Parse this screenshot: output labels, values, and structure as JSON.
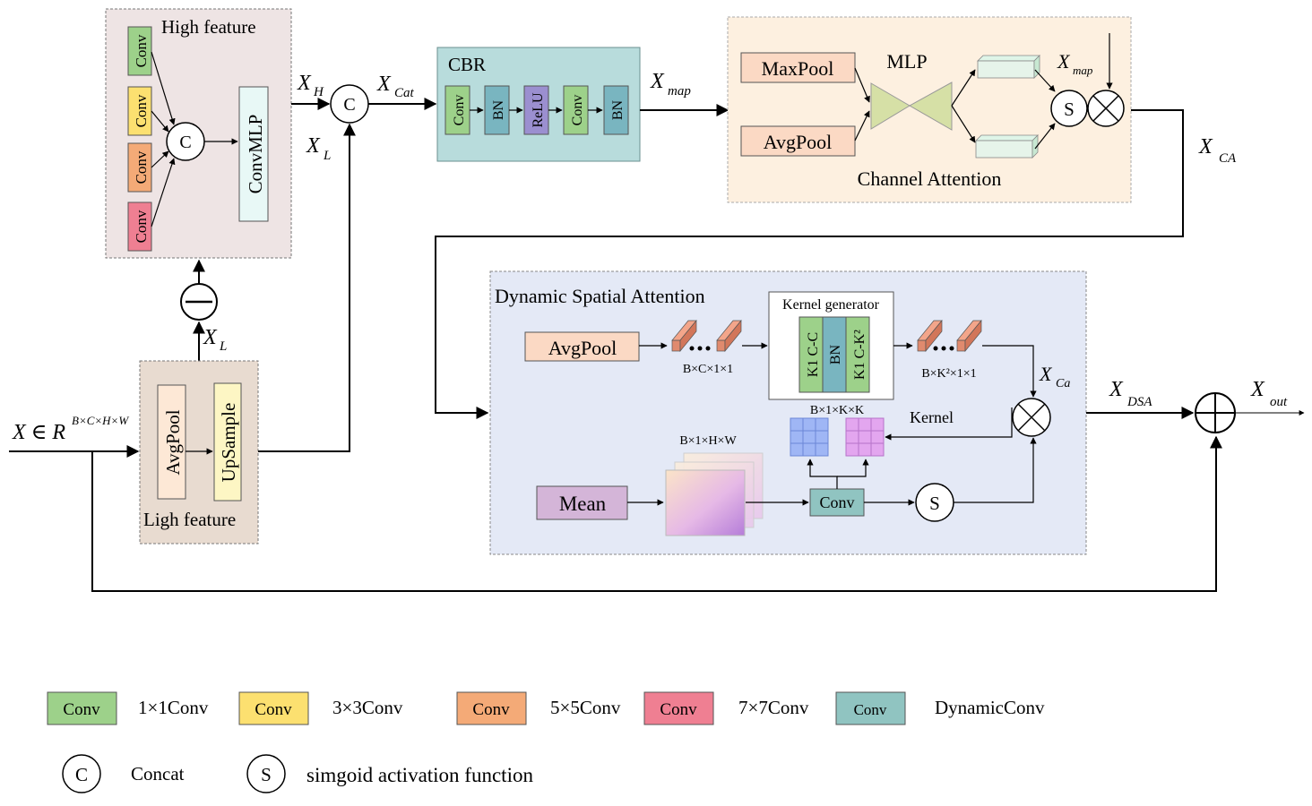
{
  "high_feature": {
    "title": "High feature",
    "conv_labels": [
      "Conv",
      "Conv",
      "Conv",
      "Conv"
    ],
    "concat_symbol": "C",
    "convmlp_label": "ConvMLP"
  },
  "low_feature": {
    "title": "Ligh feature",
    "avgpool_label": "AvgPool",
    "upsample_label": "UpSample"
  },
  "subtract_label": "X",
  "subtract_sub": "L",
  "input": {
    "label": "X ∈ R",
    "superscript": "B×C×H×W"
  },
  "concat_top": {
    "symbol": "C",
    "x_h": "X",
    "x_h_sub": "H",
    "x_l": "X",
    "x_l_sub": "L",
    "x_cat": "X",
    "x_cat_sub": "Cat"
  },
  "cbr": {
    "title": "CBR",
    "blocks": [
      "Conv",
      "BN",
      "ReLU",
      "Conv",
      "BN"
    ],
    "out": "X",
    "out_sub": "map"
  },
  "channel_attention": {
    "title": "Channel Attention",
    "maxpool": "MaxPool",
    "avgpool": "AvgPool",
    "mlp": "MLP",
    "x_map": "X",
    "x_map_sub": "map",
    "sigmoid": "S",
    "out": "X",
    "out_sub": "CA"
  },
  "dsa": {
    "title": "Dynamic Spatial Attention",
    "avgpool": "AvgPool",
    "vec1_label": "B×C×1×1",
    "kernel_gen_title": "Kernel generator",
    "kg_cols": [
      "K1 C-C",
      "BN",
      "K1 C-K²"
    ],
    "vec2_label": "B×K²×1×1",
    "kernel_dims": "B×1×K×K",
    "kernel_label": "Kernel",
    "mean": "Mean",
    "map_dims": "B×1×H×W",
    "conv": "Conv",
    "sigmoid": "S",
    "x_ca": "X",
    "x_ca_sub": "Ca",
    "out": "X",
    "out_sub": "DSA"
  },
  "output": {
    "label": "X",
    "sub": "out"
  },
  "legend": {
    "items": [
      {
        "swatch": "Conv",
        "text": "1×1Conv",
        "color": "#9dd18a"
      },
      {
        "swatch": "Conv",
        "text": "3×3Conv",
        "color": "#fce070"
      },
      {
        "swatch": "Conv",
        "text": "5×5Conv",
        "color": "#f4aa77"
      },
      {
        "swatch": "Conv",
        "text": "7×7Conv",
        "color": "#ef7f92"
      },
      {
        "swatch": "Conv",
        "text": "DynamicConv",
        "color": "#90c4c1"
      }
    ],
    "concat_symbol": "C",
    "concat_text": "Concat",
    "sigmoid_symbol": "S",
    "sigmoid_text": "simgoid activation function"
  },
  "colors": {
    "high_bg": "#eee4e4",
    "low_bg": "#e8dbd0",
    "cbr_bg": "#b8dcdc",
    "ca_bg": "#fdf0e0",
    "dsa_bg": "#e4e9f6",
    "conv_green": "#9dd18a",
    "conv_yellow": "#fce070",
    "conv_orange": "#f4aa77",
    "conv_pink": "#ef7f92",
    "bn_teal": "#79b5c0",
    "relu_purple": "#9b8fd0",
    "pool_peach": "#fbd9c4",
    "mean_purple": "#d4b5d8",
    "dyn_conv": "#90c4c1",
    "mlp_olive": "#d6e0a6"
  }
}
